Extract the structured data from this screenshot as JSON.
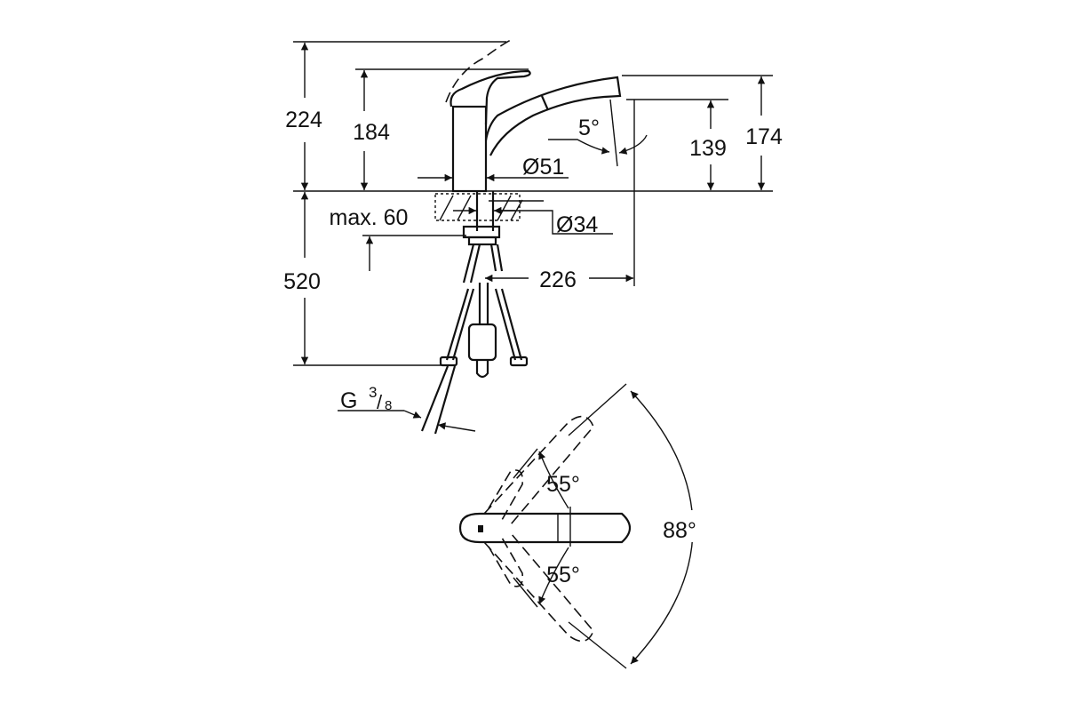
{
  "drawing": {
    "dimensions": {
      "total_height_lever_open": "224",
      "body_height": "184",
      "spout_height": "174",
      "outlet_height": "139",
      "spout_angle": "5°",
      "body_diameter": "Ø51",
      "max_counter_thickness": "max. 60",
      "shank_diameter": "Ø34",
      "hose_length": "520",
      "spout_reach": "226",
      "connection_thread_letter": "G",
      "connection_thread_num": "3",
      "connection_thread_den": "8",
      "lever_angle_left": "55°",
      "lever_angle_right": "55°",
      "swivel_angle": "88°"
    }
  }
}
